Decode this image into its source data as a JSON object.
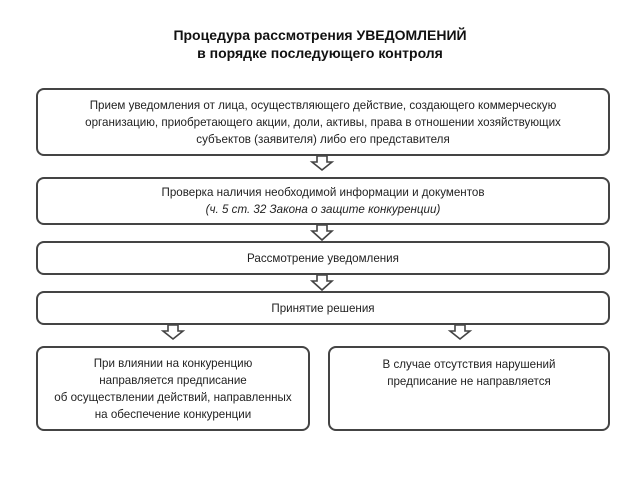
{
  "title": {
    "line1": "Процедура рассмотрения УВЕДОМЛЕНИЙ",
    "line2": "в порядке последующего контроля"
  },
  "steps": {
    "receive": {
      "line1": "Прием уведомления от лица, осуществляющего действие, создающего коммерческую",
      "line2": "организацию, приобретающего акции, доли, активы, права в отношении хозяйствующих",
      "line3": "субъектов (заявителя) либо его представителя"
    },
    "check": {
      "line1": "Проверка наличия необходимой информации и документов",
      "note": "(ч. 5 ст. 32 Закона о защите конкуренции)"
    },
    "review": {
      "label": "Рассмотрение уведомления"
    },
    "decision": {
      "label": "Принятие решения"
    }
  },
  "outcomes": {
    "left": {
      "line1": "При влиянии на конкуренцию",
      "line2": "направляется предписание",
      "line3": "об осуществлении действий, направленных",
      "line4": "на обеспечение конкуренции"
    },
    "right": {
      "line1": "В случае отсутствия нарушений",
      "line2": "предписание не направляется"
    }
  },
  "colors": {
    "border": "#444444",
    "arrow_fill": "#ffffff",
    "text": "#222222"
  }
}
